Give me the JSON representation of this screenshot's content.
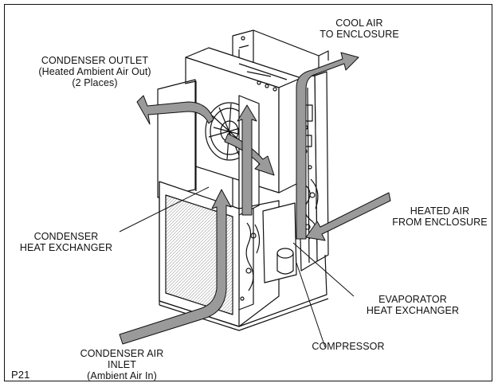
{
  "labels": {
    "condenser_outlet": {
      "line1": "CONDENSER OUTLET",
      "line2": "(Heated Ambient Air Out)",
      "line3": "(2 Places)"
    },
    "cool_air": {
      "line1": "COOL AIR",
      "line2": "TO ENCLOSURE"
    },
    "heated_air": {
      "line1": "HEATED AIR",
      "line2": "FROM ENCLOSURE"
    },
    "condenser_hx": {
      "line1": "CONDENSER",
      "line2": "HEAT EXCHANGER"
    },
    "evaporator_hx": {
      "line1": "EVAPORATOR",
      "line2": "HEAT EXCHANGER"
    },
    "compressor": {
      "line1": "COMPRESSOR"
    },
    "condenser_inlet": {
      "line1": "CONDENSER AIR",
      "line2": "INLET",
      "line3": "(Ambient Air In)"
    },
    "figure_id": "P21"
  },
  "colors": {
    "airflow_arrow": "#9a9a9a",
    "line": "#111111",
    "background": "#ffffff"
  }
}
